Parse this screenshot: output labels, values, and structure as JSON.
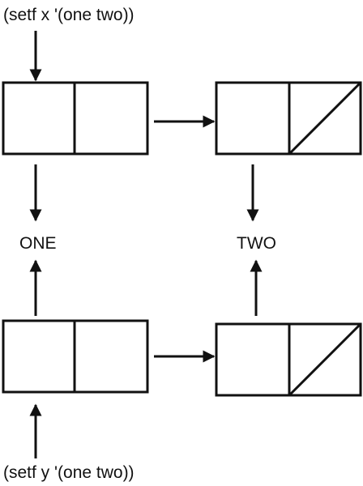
{
  "diagram": {
    "top_expression": "(setf x '(one two))",
    "bottom_expression": "(setf y '(one two))",
    "atom_one": "ONE",
    "atom_two": "TWO",
    "colors": {
      "ink": "#111111",
      "background": "#ffffff"
    }
  }
}
